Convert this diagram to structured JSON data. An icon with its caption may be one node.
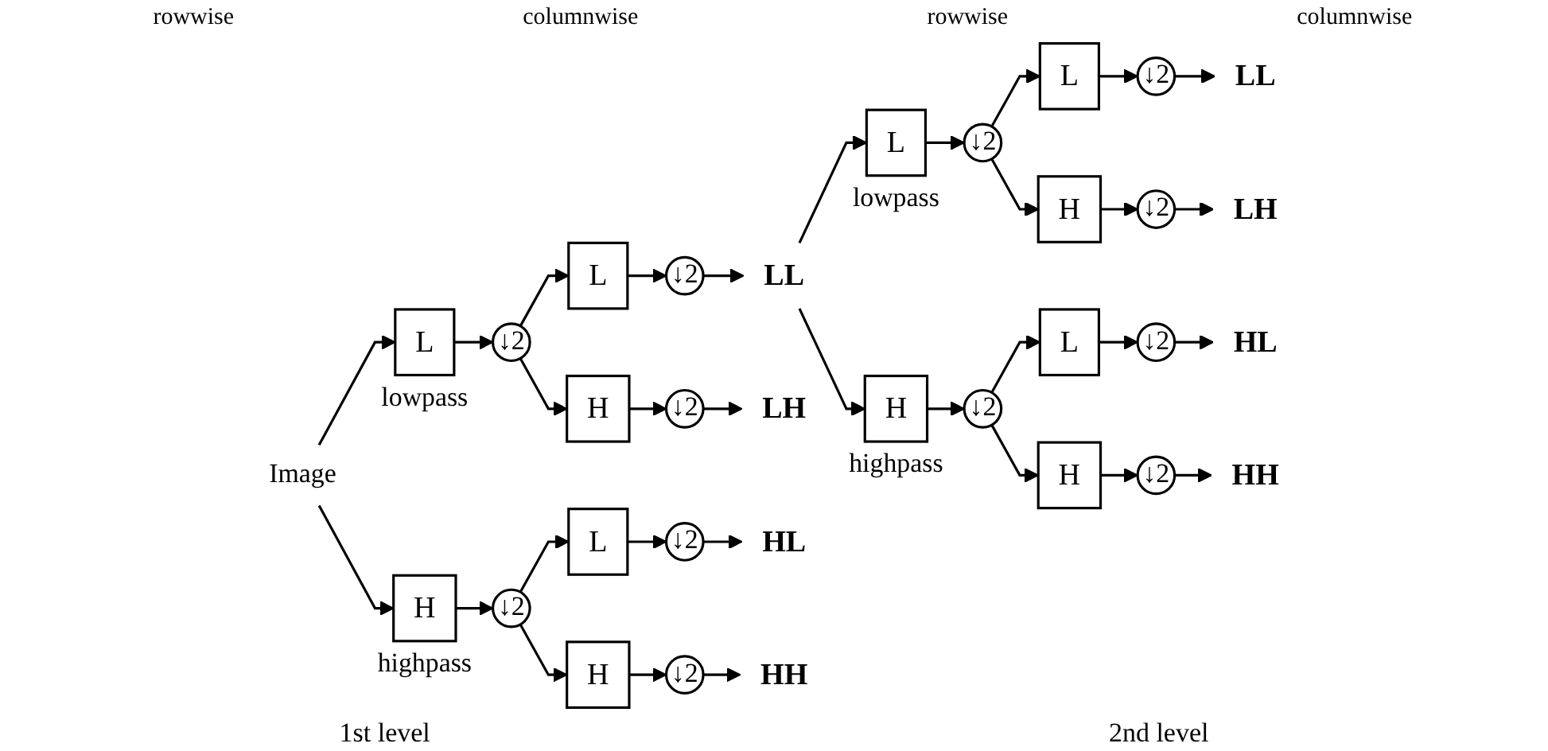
{
  "diagram": {
    "nodes": [
      {
        "text": [
          "Image"
        ]
      },
      {
        "text": [
          "L"
        ],
        "beside": [
          "lowpass"
        ]
      },
      {
        "text": [
          "↓2"
        ]
      },
      {
        "text": [
          "H"
        ],
        "beside": [
          "highpass"
        ]
      },
      {
        "text": [
          "↓2"
        ]
      },
      {
        "text": [
          "L"
        ]
      },
      {
        "text": [
          "↓2"
        ]
      },
      {
        "text": [
          "LL"
        ]
      },
      {
        "text": [
          "H"
        ]
      },
      {
        "text": [
          "↓2"
        ]
      },
      {
        "text": [
          "LH"
        ]
      },
      {
        "text": [
          "L"
        ]
      },
      {
        "text": [
          "↓2"
        ]
      },
      {
        "text": [
          "HL"
        ]
      },
      {
        "text": [
          "H"
        ]
      },
      {
        "text": [
          "↓2"
        ]
      },
      {
        "text": [
          "HH"
        ]
      },
      {
        "text": [
          "L"
        ],
        "beside": [
          "lowpass"
        ]
      },
      {
        "text": [
          "↓2"
        ]
      },
      {
        "text": [
          "H"
        ],
        "beside": [
          "highpass"
        ]
      },
      {
        "text": [
          "↓2"
        ]
      },
      {
        "text": [
          "L"
        ]
      },
      {
        "text": [
          "↓2"
        ]
      },
      {
        "text": [
          "LL"
        ]
      },
      {
        "text": [
          "H"
        ]
      },
      {
        "text": [
          "↓2"
        ]
      },
      {
        "text": [
          "LH"
        ]
      },
      {
        "text": [
          "L"
        ]
      },
      {
        "text": [
          "↓2"
        ]
      },
      {
        "text": [
          "HL"
        ]
      },
      {
        "text": [
          "H"
        ]
      },
      {
        "text": [
          "↓2"
        ]
      },
      {
        "text": [
          "HH"
        ]
      }
    ],
    "edges": [
      {
        "from": 0,
        "to": 1,
        "arrow": "to"
      },
      {
        "from": 0,
        "to": 3,
        "arrow": "to"
      },
      {
        "from": 1,
        "to": 2,
        "arrow": "to"
      },
      {
        "from": 3,
        "to": 4,
        "arrow": "to"
      },
      {
        "from": 2,
        "to": 5,
        "arrow": "to"
      },
      {
        "from": 2,
        "to": 8,
        "arrow": "to"
      },
      {
        "from": 5,
        "to": 6,
        "arrow": "to"
      },
      {
        "from": 6,
        "to": 7,
        "arrow": "to"
      },
      {
        "from": 8,
        "to": 9,
        "arrow": "to"
      },
      {
        "from": 9,
        "to": 10,
        "arrow": "to"
      },
      {
        "from": 4,
        "to": 11,
        "arrow": "to"
      },
      {
        "from": 4,
        "to": 14,
        "arrow": "to"
      },
      {
        "from": 11,
        "to": 12,
        "arrow": "to"
      },
      {
        "from": 12,
        "to": 13,
        "arrow": "to"
      },
      {
        "from": 14,
        "to": 15,
        "arrow": "to"
      },
      {
        "from": 15,
        "to": 16,
        "arrow": "to"
      },
      {
        "from": 7,
        "to": 17,
        "arrow": "to"
      },
      {
        "from": 7,
        "to": 19,
        "arrow": "to"
      },
      {
        "from": 17,
        "to": 18,
        "arrow": "to"
      },
      {
        "from": 19,
        "to": 20,
        "arrow": "to"
      },
      {
        "from": 18,
        "to": 21,
        "arrow": "to"
      },
      {
        "from": 18,
        "to": 24,
        "arrow": "to"
      },
      {
        "from": 21,
        "to": 22,
        "arrow": "to"
      },
      {
        "from": 22,
        "to": 23,
        "arrow": "to"
      },
      {
        "from": 24,
        "to": 25,
        "arrow": "to"
      },
      {
        "from": 25,
        "to": 26,
        "arrow": "to"
      },
      {
        "from": 20,
        "to": 27,
        "arrow": "to"
      },
      {
        "from": 20,
        "to": 30,
        "arrow": "to"
      },
      {
        "from": 27,
        "to": 28,
        "arrow": "to"
      },
      {
        "from": 28,
        "to": 29,
        "arrow": "to"
      },
      {
        "from": 30,
        "to": 31,
        "arrow": "to"
      },
      {
        "from": 31,
        "to": 32,
        "arrow": "to"
      }
    ],
    "labels": [
      "rowwise",
      "columnwise",
      "rowwise",
      "columnwise",
      "1st level",
      "2nd level"
    ]
  }
}
